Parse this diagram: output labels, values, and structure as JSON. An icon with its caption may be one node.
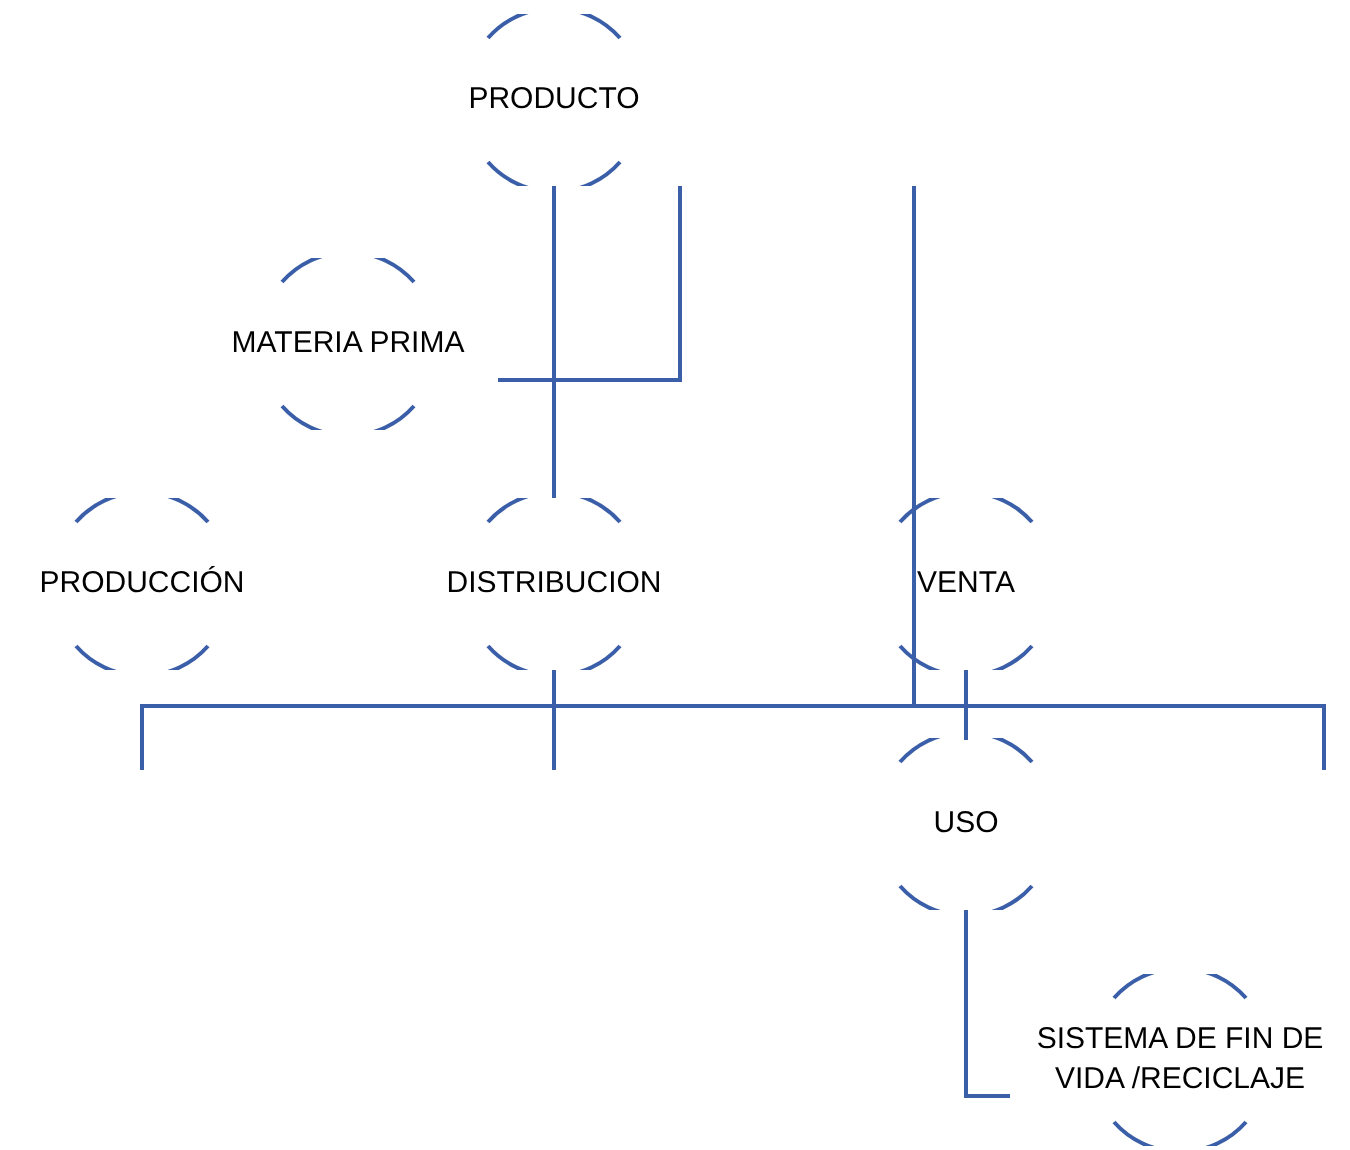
{
  "diagram": {
    "nodes": [
      {
        "text": [
          "PRODUCTO"
        ]
      },
      {
        "text": [
          "MATERIA PRIMA"
        ]
      },
      {
        "text": [
          "PRODUCCIÓN"
        ]
      },
      {
        "text": [
          "DISTRIBUCION"
        ]
      },
      {
        "text": [
          "VENTA"
        ]
      },
      {
        "text": [
          "USO"
        ]
      },
      {
        "text": [
          "SISTEMA DE FIN DE VIDA /RECICLAJE"
        ]
      }
    ],
    "edges": [
      {
        "from": 0,
        "to": 3,
        "arrow": "none"
      },
      {
        "from": 1,
        "to": null,
        "arrow": "none"
      },
      {
        "from": 4,
        "to": 5,
        "arrow": "none"
      },
      {
        "from": 5,
        "to": 6,
        "arrow": "none"
      }
    ]
  }
}
